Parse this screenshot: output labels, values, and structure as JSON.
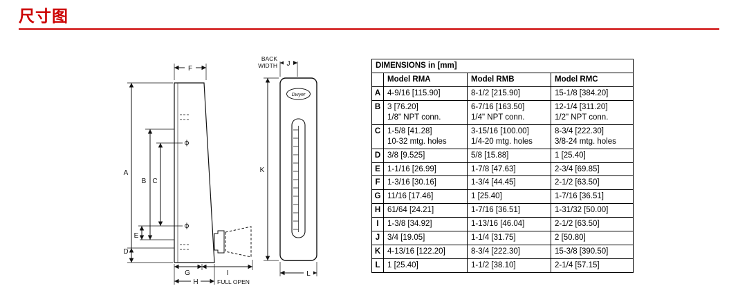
{
  "page": {
    "title": "尺寸图"
  },
  "accent_color": "#cc0000",
  "diagram": {
    "brand": "Dwyer",
    "back_width_line1": "BACK",
    "back_width_line2": "WIDTH",
    "full_open": "FULL OPEN",
    "dims": {
      "A": "A",
      "B": "B",
      "C": "C",
      "D": "D",
      "E": "E",
      "F": "F",
      "G": "G",
      "H": "H",
      "I": "I",
      "J": "J",
      "K": "K",
      "L": "L"
    }
  },
  "table": {
    "title": "DIMENSIONS in [mm]",
    "col_headers": [
      "Model RMA",
      "Model RMB",
      "Model RMC"
    ],
    "rows": [
      {
        "key": "A",
        "rma": "4-9/16 [115.90]",
        "rmb": "8-1/2 [215.90]",
        "rmc": "15-1/8 [384.20]"
      },
      {
        "key": "B",
        "rma": "3 [76.20]\n1/8\" NPT conn.",
        "rmb": "6-7/16 [163.50]\n1/4\" NPT conn.",
        "rmc": "12-1/4 [311.20]\n1/2\" NPT conn."
      },
      {
        "key": "C",
        "rma": "1-5/8 [41.28]\n10-32 mtg. holes",
        "rmb": "3-15/16 [100.00]\n1/4-20 mtg. holes",
        "rmc": "8-3/4 [222.30]\n3/8-24 mtg. holes"
      },
      {
        "key": "D",
        "rma": "3/8 [9.525]",
        "rmb": "5/8 [15.88]",
        "rmc": "1 [25.40]"
      },
      {
        "key": "E",
        "rma": "1-1/16 [26.99]",
        "rmb": "1-7/8 [47.63]",
        "rmc": "2-3/4 [69.85]"
      },
      {
        "key": "F",
        "rma": "1-3/16 [30.16]",
        "rmb": "1-3/4 [44.45]",
        "rmc": "2-1/2 [63.50]"
      },
      {
        "key": "G",
        "rma": "11/16 [17.46]",
        "rmb": "1 [25.40]",
        "rmc": "1-7/16 [36.51]"
      },
      {
        "key": "H",
        "rma": "61/64 [24.21]",
        "rmb": "1-7/16 [36.51]",
        "rmc": "1-31/32 [50.00]"
      },
      {
        "key": "I",
        "rma": "1-3/8 [34.92]",
        "rmb": "1-13/16 [46.04]",
        "rmc": "2-1/2 [63.50]"
      },
      {
        "key": "J",
        "rma": "3/4 [19.05]",
        "rmb": "1-1/4 [31.75]",
        "rmc": "2 [50.80]"
      },
      {
        "key": "K",
        "rma": "4-13/16 [122.20]",
        "rmb": "8-3/4 [222.30]",
        "rmc": "15-3/8 [390.50]"
      },
      {
        "key": "L",
        "rma": "1 [25.40]",
        "rmb": "1-1/2 [38.10]",
        "rmc": "2-1/4 [57.15]"
      }
    ]
  }
}
